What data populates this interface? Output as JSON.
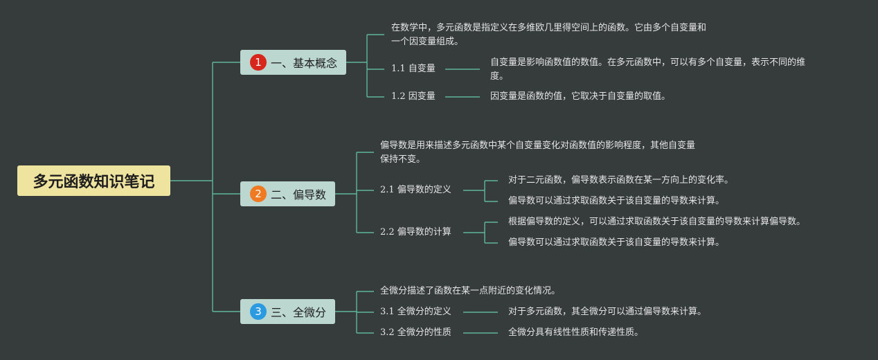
{
  "root": {
    "title": "多元函数知识笔记"
  },
  "branches": [
    {
      "num": "1",
      "color": "#d7261b",
      "label": "一、基本概念",
      "intro": [
        "在数学中，多元函数是指定义在多维欧几里得空间上的函数。它由多个自变量和",
        "一个因变量组成。"
      ],
      "subs": [
        {
          "label": "1.1 自变量",
          "details": [
            "自变量是影响函数值的数值。在多元函数中，可以有多个自变量，表示不同的维",
            "度。"
          ]
        },
        {
          "label": "1.2 因变量",
          "details": [
            "因变量是函数的值，它取决于自变量的取值。"
          ]
        }
      ]
    },
    {
      "num": "2",
      "color": "#f07a22",
      "label": "二、偏导数",
      "intro": [
        "偏导数是用来描述多元函数中某个自变量变化对函数值的影响程度，其他自变量",
        "保持不变。"
      ],
      "subs": [
        {
          "label": "2.1 偏导数的定义",
          "details": [
            "对于二元函数，偏导数表示函数在某一方向上的变化率。",
            "偏导数可以通过求取函数关于该自变量的导数来计算。"
          ]
        },
        {
          "label": "2.2 偏导数的计算",
          "details": [
            "根据偏导数的定义，可以通过求取函数关于该自变量的导数来计算偏导数。",
            "偏导数可以通过求取函数关于该自变量的导数来计算。"
          ]
        }
      ]
    },
    {
      "num": "3",
      "color": "#2c9ae0",
      "label": "三、全微分",
      "intro": [
        "全微分描述了函数在某一点附近的变化情况。"
      ],
      "subs": [
        {
          "label": "3.1 全微分的定义",
          "details": [
            "对于多元函数，其全微分可以通过偏导数来计算。"
          ]
        },
        {
          "label": "3.2 全微分的性质",
          "details": [
            "全微分具有线性性质和传递性质。"
          ]
        }
      ]
    }
  ],
  "colors": {
    "line": "#5fb89c",
    "background": "#363b3b",
    "root": "#efe3a0",
    "branch": "#bcd6d0"
  }
}
